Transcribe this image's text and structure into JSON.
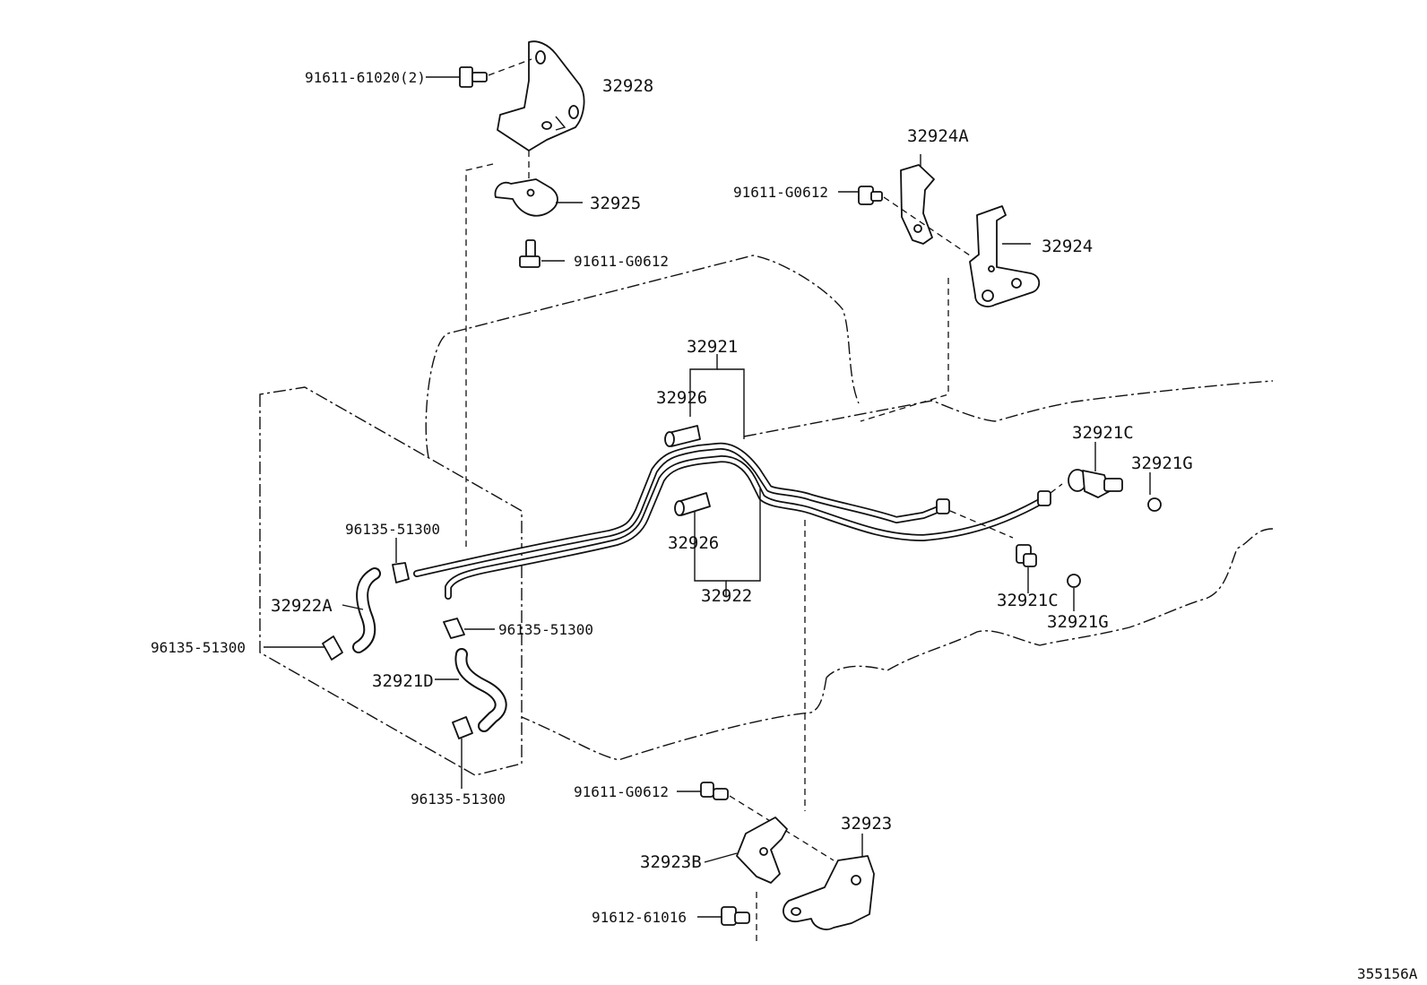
{
  "diagram": {
    "labels": {
      "p91611_61020": "91611-61020(2)",
      "p32928": "32928",
      "p32925": "32925",
      "p91611_g0612_top": "91611-G0612",
      "p32924a": "32924A",
      "p91611_g0612_right": "91611-G0612",
      "p32924": "32924",
      "p32921": "32921",
      "p32926_top": "32926",
      "p32926_bottom": "32926",
      "p32922": "32922",
      "p32921c_top": "32921C",
      "p32921g_top": "32921G",
      "p32921c_bottom": "32921C",
      "p32921g_bottom": "32921G",
      "p96135_upper": "96135-51300",
      "p32922a": "32922A",
      "p96135_left": "96135-51300",
      "p96135_mid": "96135-51300",
      "p32921d": "32921D",
      "p96135_bottom": "96135-51300",
      "p91611_g0612_bottom": "91611-G0612",
      "p32923": "32923",
      "p32923b": "32923B",
      "p91612_61016": "91612-61016",
      "ref_code": "355156A"
    }
  }
}
